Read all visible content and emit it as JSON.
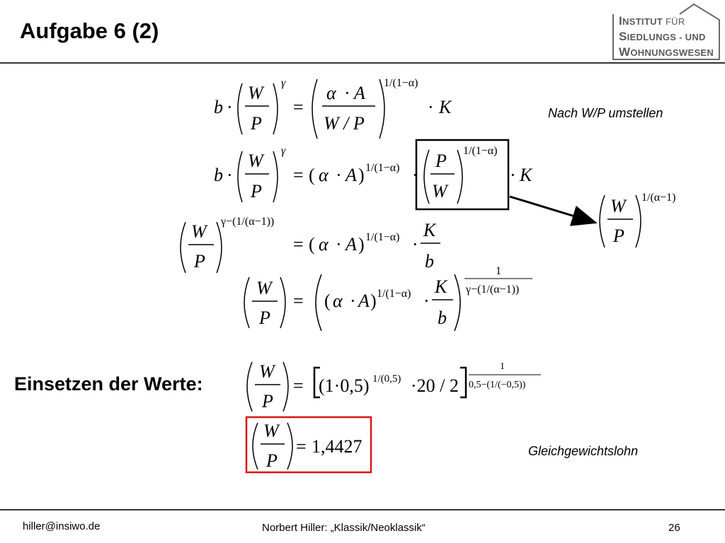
{
  "slide": {
    "title": "Aufgabe 6 (2)",
    "logo": {
      "line1_cap": "I",
      "line1_rest": "NSTITUT",
      "line1_small": "FÜR",
      "line2_cap": "S",
      "line2_rest": "IEDLUNGS",
      "line2_small": "- UND",
      "line3_cap": "W",
      "line3_rest": "OHNUNGSWESEN"
    },
    "note_umstellen": "Nach W/P umstellen",
    "einsetzen_label": "Einsetzen der Werte:",
    "note_gleichgewicht": "Gleichgewichtslohn",
    "result_value": "1,4427",
    "footer": {
      "email": "hiller@insiwo.de",
      "center": "Norbert Hiller: „Klassik/Neoklassik“",
      "page": "26"
    }
  },
  "equations": {
    "W": "W",
    "P": "P",
    "b": "b",
    "K": "K",
    "A": "A",
    "alpha": "α",
    "gamma": "γ",
    "dot": "·",
    "eq": "=",
    "exp_1_over_1_minus_alpha": "1/(1−α)",
    "exp_1_over_alpha_minus_1": "1/(α−1)",
    "exp_gamma_minus": "γ−(1/(α−1))",
    "one": "1",
    "subst_base": "(1·0,5)",
    "subst_exp": "1/(0,5)",
    "subst_tail": "·20 / 2",
    "subst_denom": "0,5−(1/(−0,5))",
    "W_over_P": "W / P"
  }
}
